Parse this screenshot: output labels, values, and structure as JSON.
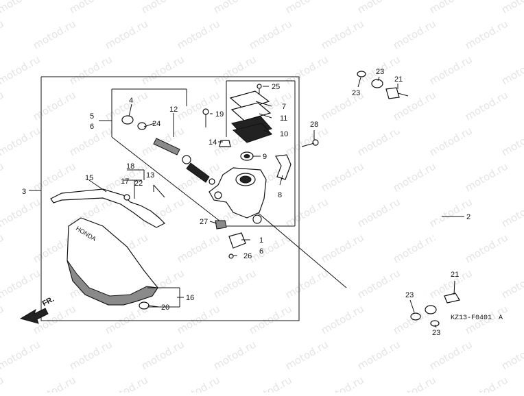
{
  "watermark": "motod.ru",
  "diagram_code": "KZ13-F0401",
  "diagram_code_suffix": "A",
  "cover_lettering": "HONDA",
  "front_arrow_label": "FR.",
  "callouts": {
    "c1": "1",
    "c2": "2",
    "c3": "3",
    "c4": "4",
    "c5": "5",
    "c6": "6",
    "c6b": "6",
    "c7": "7",
    "c8": "8",
    "c9": "9",
    "c10": "10",
    "c11": "11",
    "c12": "12",
    "c13": "13",
    "c14": "14",
    "c15": "15",
    "c16": "16",
    "c17": "17",
    "c18": "18",
    "c19": "19",
    "c20": "20",
    "c21a": "21",
    "c21b": "21",
    "c22": "22",
    "c23a": "23",
    "c23b": "23",
    "c23c": "23",
    "c23d": "23",
    "c24": "24",
    "c25": "25",
    "c26": "26",
    "c27": "27",
    "c28": "28"
  }
}
